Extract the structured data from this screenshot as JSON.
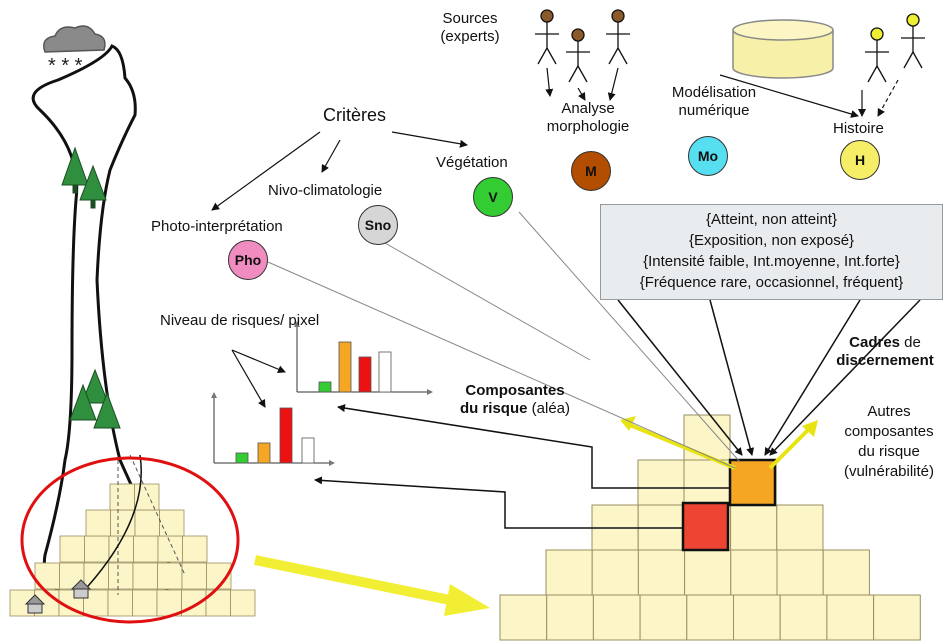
{
  "labels": {
    "sources": [
      "Sources",
      "(experts)"
    ],
    "criteria": "Critères",
    "photo": "Photo-interprétation",
    "nivo": "Nivo-climatologie",
    "vegetation": "Végétation",
    "morpho": [
      "Analyse",
      "morphologie"
    ],
    "model": [
      "Modélisation",
      "numérique"
    ],
    "history": "Histoire",
    "risk_level": "Niveau de risques/ pixel",
    "composantes_bold": [
      "Composantes",
      "du risque"
    ],
    "composantes_rest": "(aléa)",
    "cadres_bold": "Cadres",
    "cadres_rest": "de",
    "discernement": "discernement",
    "autres": [
      "Autres",
      "composantes",
      "du risque",
      "(vulnérabilité)"
    ]
  },
  "badges": {
    "pho": {
      "text": "Pho",
      "color": "#f08cc0"
    },
    "sno": {
      "text": "Sno",
      "color": "#d6d6d6"
    },
    "v": {
      "text": "V",
      "color": "#33cc33"
    },
    "m": {
      "text": "M",
      "color": "#b34d00"
    },
    "mo": {
      "text": "Mo",
      "color": "#55dff0"
    },
    "h": {
      "text": "H",
      "color": "#f5ee66"
    }
  },
  "sets": [
    "{Atteint, non atteint}",
    "{Exposition, non exposé}",
    "{Intensité faible,  Int.moyenne, Int.forte}",
    "{Fréquence rare, occasionnel, fréquent}"
  ],
  "colors": {
    "cell": "#fbf5c8",
    "cell_border": "#9a9060",
    "highlight_red": "#ee4433",
    "highlight_orange": "#f5a623",
    "yellow_arrow": "#f2ee33",
    "circle": "#e01010"
  },
  "chart_data": [
    {
      "type": "bar",
      "values": [
        1,
        5,
        3.5,
        4
      ],
      "colors": [
        "#33cc33",
        "#f5a623",
        "#ee1111",
        "#ffffff"
      ]
    },
    {
      "type": "bar",
      "values": [
        1,
        2,
        5.5,
        2.5
      ],
      "colors": [
        "#33cc33",
        "#f5a623",
        "#ee1111",
        "#ffffff"
      ]
    }
  ]
}
